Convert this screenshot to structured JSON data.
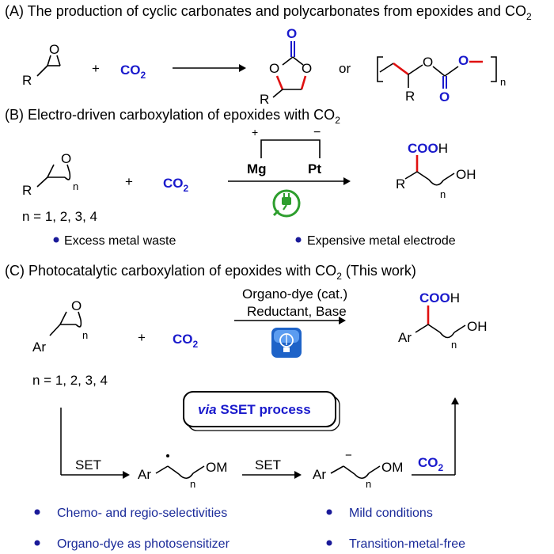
{
  "section_a": {
    "title": "(A) The production of cyclic carbonates and polycarbonates from epoxides and CO",
    "title_sub": "2",
    "r_label": "R",
    "o_label": "O",
    "plus": "+",
    "co2": "CO",
    "co2_sub": "2",
    "product_o_top": "O",
    "ring_o1": "O",
    "ring_o2": "O",
    "product_r": "R",
    "or": "or",
    "poly_o1": "O",
    "poly_o2": "O",
    "poly_o3": "O",
    "poly_r": "R",
    "poly_n": "n"
  },
  "section_b": {
    "title": "(B) Electro-driven carboxylation of epoxides with CO",
    "title_sub": "2",
    "r_label": "R",
    "o_label": "O",
    "n_sub": "n",
    "plus": "+",
    "co2": "CO",
    "co2_sub": "2",
    "plus_sign": "+",
    "minus_sign": "−",
    "anode": "Mg",
    "cathode": "Pt",
    "n_values": "n = 1, 2, 3, 4",
    "cooh": "COO",
    "cooh_h": "H",
    "product_r": "R",
    "product_oh": "OH",
    "product_n": "n",
    "drawback_1": "Excess metal waste",
    "drawback_2": "Expensive metal electrode",
    "plug_icon_color": "#2e9e2e"
  },
  "section_c": {
    "title": "(C) Photocatalytic carboxylation of epoxides with CO",
    "title_sub": "2",
    "title_tail": " (This work)",
    "ar_label": "Ar",
    "o_label": "O",
    "n_sub": "n",
    "plus": "+",
    "co2": "CO",
    "co2_sub": "2",
    "condition_1": "Organo-dye (cat.)",
    "condition_2": "Reductant, Base",
    "n_values": "n = 1, 2, 3, 4",
    "cooh": "COO",
    "cooh_h": "H",
    "product_ar": "Ar",
    "product_oh": "OH",
    "product_n": "n",
    "box_via": "via",
    "box_rest": " SSET process",
    "set_1": "SET",
    "radical_ar": "Ar",
    "radical_om": "OM",
    "radical_n": "n",
    "set_2": "SET",
    "anion_ar": "Ar",
    "anion_om": "OM",
    "anion_n": "n",
    "anion_charge": "−",
    "co2_step": "CO",
    "co2_step_sub": "2",
    "features": [
      "Chemo- and regio-selectivities",
      "Mild conditions",
      "Organo-dye as photosensitizer",
      "Transition-metal-free"
    ],
    "bulb_icon_color": "#1e63c8"
  },
  "colors": {
    "accent_blue": "#1a1acc",
    "bond_red": "#e01010",
    "bullet_blue": "#1a1a99",
    "feature_text_blue": "#1a2a99"
  }
}
